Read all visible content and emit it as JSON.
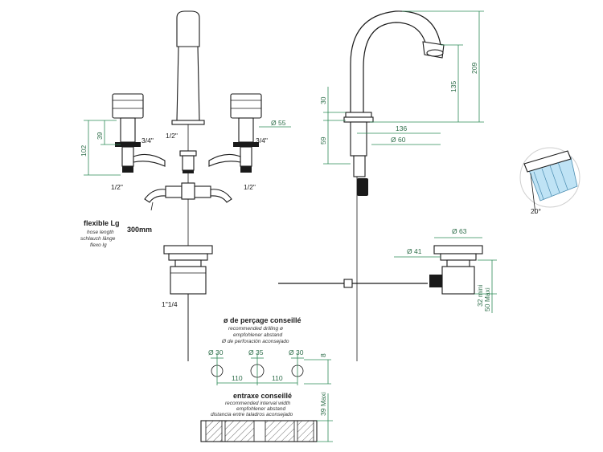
{
  "front": {
    "thread_left": "1/2\"",
    "thread_right": "1/2\"",
    "thread_spout": "1/2\"",
    "conn_left": "3/4\"",
    "conn_right": "3/4\"",
    "dim_39": "39",
    "dim_102": "102",
    "dia_55": "Ø 55",
    "drain_thread": "1\"1/4",
    "hose_title": "flexible Lg",
    "hose_en": "hose length",
    "hose_de": "schlauch länge",
    "hose_es": "flexo lg",
    "hose_len": "300mm"
  },
  "side": {
    "dim_30": "30",
    "dim_59": "59",
    "dim_136": "136",
    "dia_60": "Ø 60",
    "dim_135": "135",
    "dim_209": "209",
    "dia_63": "Ø 63",
    "dia_41": "Ø 41",
    "dim_32": "32 mini",
    "dim_50": "50 Maxi"
  },
  "drilling": {
    "title": "ø de perçage conseillé",
    "en": "recommended drilling ø",
    "de": "empfohlener abstand",
    "es": "Ø de perforación aconsejado",
    "dia_a": "Ø 30",
    "dia_b": "Ø 35",
    "dia_c": "Ø 30",
    "gap_a": "110",
    "gap_b": "110",
    "dim_8": "8"
  },
  "interval": {
    "title": "entraxe conseillé",
    "en": "recommended interval width",
    "de": "empfohlener abstand",
    "es": "distancia entre taladros aconsejado",
    "dim_39max": "39 Maxi"
  },
  "aerator": {
    "angle": "20°"
  }
}
